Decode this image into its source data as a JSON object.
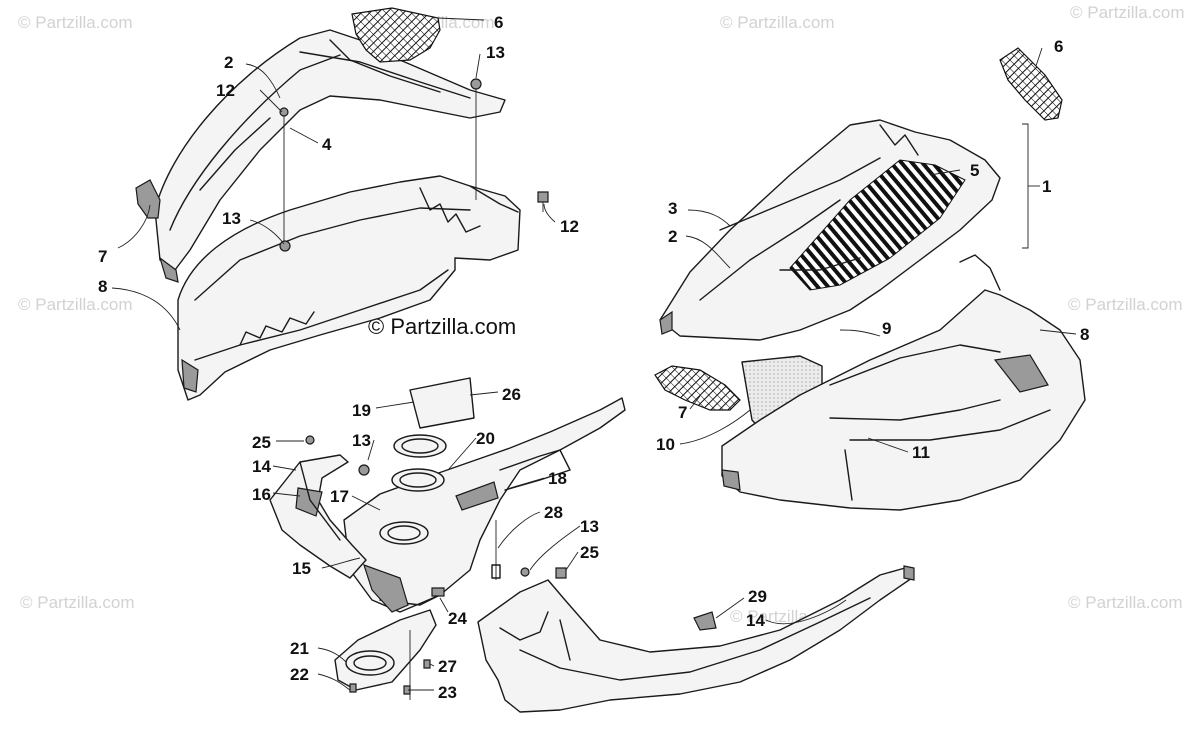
{
  "watermarks": {
    "tl": "© Partzilla.com",
    "tm": "© Partzilla.com",
    "tr": "© Partzilla.com",
    "trr": "© Partzilla.com",
    "ml": "© Partzilla.com",
    "mr": "© Partzilla.com",
    "bl": "© Partzilla.com",
    "bm": "© Partzilla.com",
    "br": "© Partzilla.com",
    "center": "© Partzilla.com"
  },
  "callouts": {
    "c1": "1",
    "c2a": "2",
    "c2b": "2",
    "c3": "3",
    "c4": "4",
    "c5": "5",
    "c6a": "6",
    "c6b": "6",
    "c7a": "7",
    "c7b": "7",
    "c8a": "8",
    "c8b": "8",
    "c9": "9",
    "c10": "10",
    "c11": "11",
    "c12a": "12",
    "c12b": "12",
    "c13a": "13",
    "c13b": "13",
    "c13c": "13",
    "c13d": "13",
    "c14a": "14",
    "c14b": "14",
    "c15": "15",
    "c16": "16",
    "c17": "17",
    "c18": "18",
    "c19": "19",
    "c20": "20",
    "c21": "21",
    "c22": "22",
    "c23": "23",
    "c24": "24",
    "c25a": "25",
    "c25b": "25",
    "c26": "26",
    "c27": "27",
    "c28": "28",
    "c29": "29"
  }
}
